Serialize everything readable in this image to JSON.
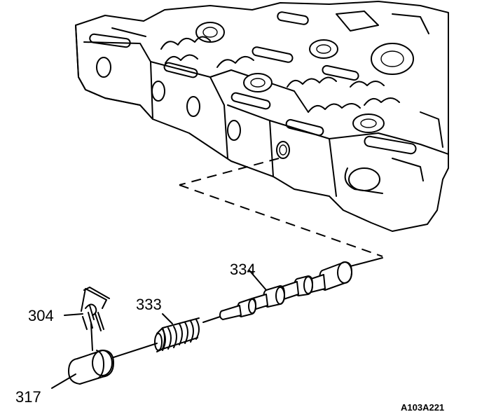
{
  "callouts": {
    "part_304": "304",
    "part_317": "317",
    "part_333": "333",
    "part_334": "334"
  },
  "figure_code": "A103A221",
  "colors": {
    "ink": "#000000",
    "paper": "#ffffff"
  }
}
